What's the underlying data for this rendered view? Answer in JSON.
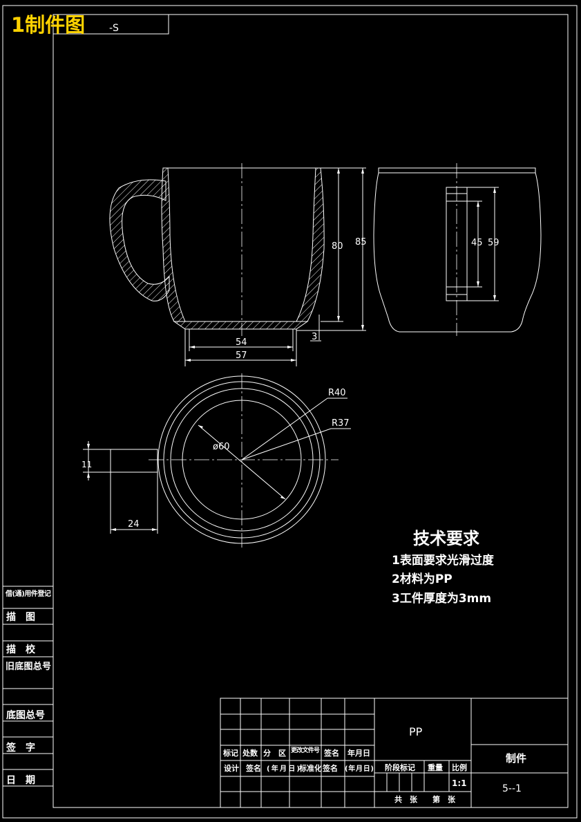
{
  "title_overlay": "1制件图",
  "drawing_code_partial": "-S",
  "dimensions": {
    "height_inner": "80",
    "height_total": "85",
    "base_inner": "54",
    "base_outer": "57",
    "base_thickness": "3",
    "handle_slot_inner": "45",
    "handle_slot_outer": "59",
    "radius_outer": "R40",
    "radius_inner": "R37",
    "diameter": "ø60",
    "handle_width": "11",
    "handle_length": "24"
  },
  "technical_requirements": {
    "heading": "技术要求",
    "item_1": "1表面要求光滑过度",
    "item_2": "2材料为PP",
    "item_3": "3工件厚度为3mm"
  },
  "side_table": {
    "row_1": "借(通)用件登记",
    "row_2": "描　图",
    "row_3": "描　校",
    "row_4": "旧底图总号",
    "row_5": "底图总号",
    "row_6": "签　字",
    "row_7": "日　期"
  },
  "title_block": {
    "col_mark": "标记",
    "col_count": "处数",
    "col_zone": "分　区",
    "col_change_doc": "更改文件号",
    "col_sign": "签名",
    "col_date": "年月日",
    "row_design": "设计",
    "row_sign": "签名",
    "row_date": "(年月日)",
    "row_std": "标准化",
    "row_sign2": "签名",
    "row_date2": "(年月日)",
    "stage_mark": "阶段标记",
    "weight": "重量",
    "scale_label": "比例",
    "scale_value": "1:1",
    "sheets_total": "共　张",
    "sheet_no": "第　张",
    "material": "PP",
    "part_name": "制件",
    "drawing_no": "5--1"
  }
}
